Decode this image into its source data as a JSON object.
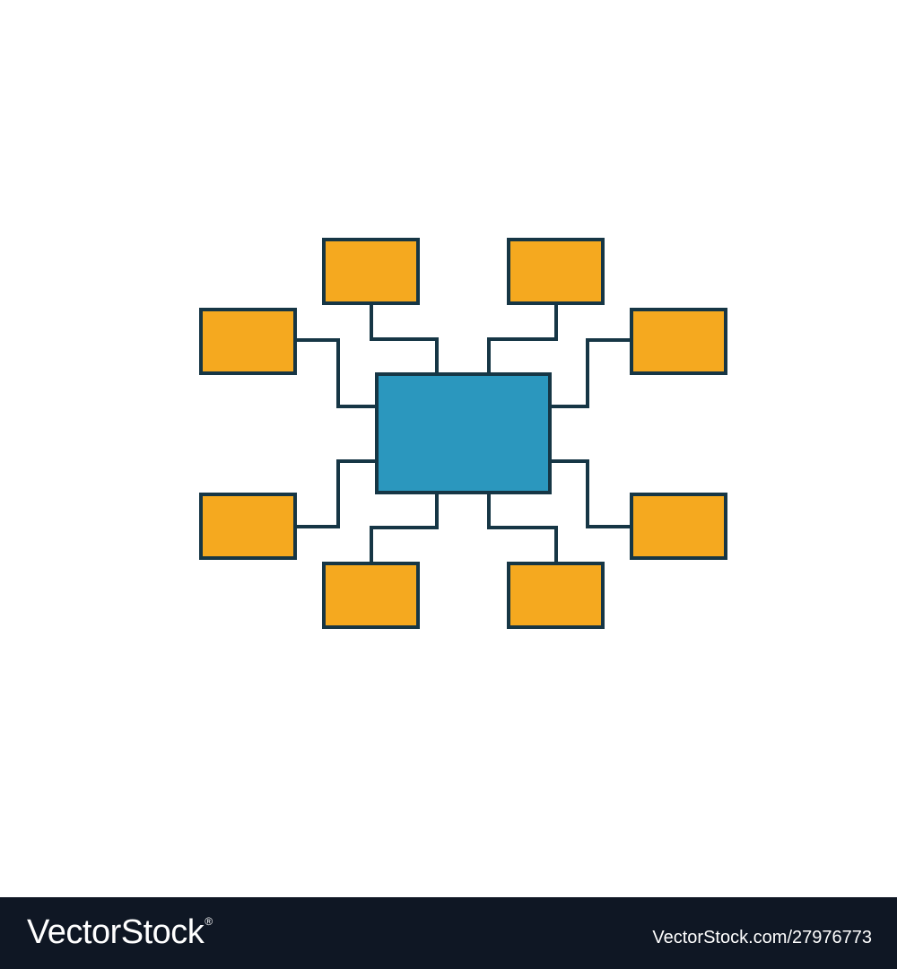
{
  "diagram": {
    "center_color": "#2b97be",
    "node_color": "#f5a91f",
    "stroke_color": "#163645",
    "center_node": "hub",
    "nodes": [
      "top-left-inner",
      "top-right-inner",
      "left-upper",
      "right-upper",
      "left-lower",
      "right-lower",
      "bottom-left-inner",
      "bottom-right-inner"
    ]
  },
  "footer": {
    "brand": "VectorStock",
    "registered": "®",
    "image_id": "VectorStock.com/27976773",
    "background": "#0f1724"
  }
}
